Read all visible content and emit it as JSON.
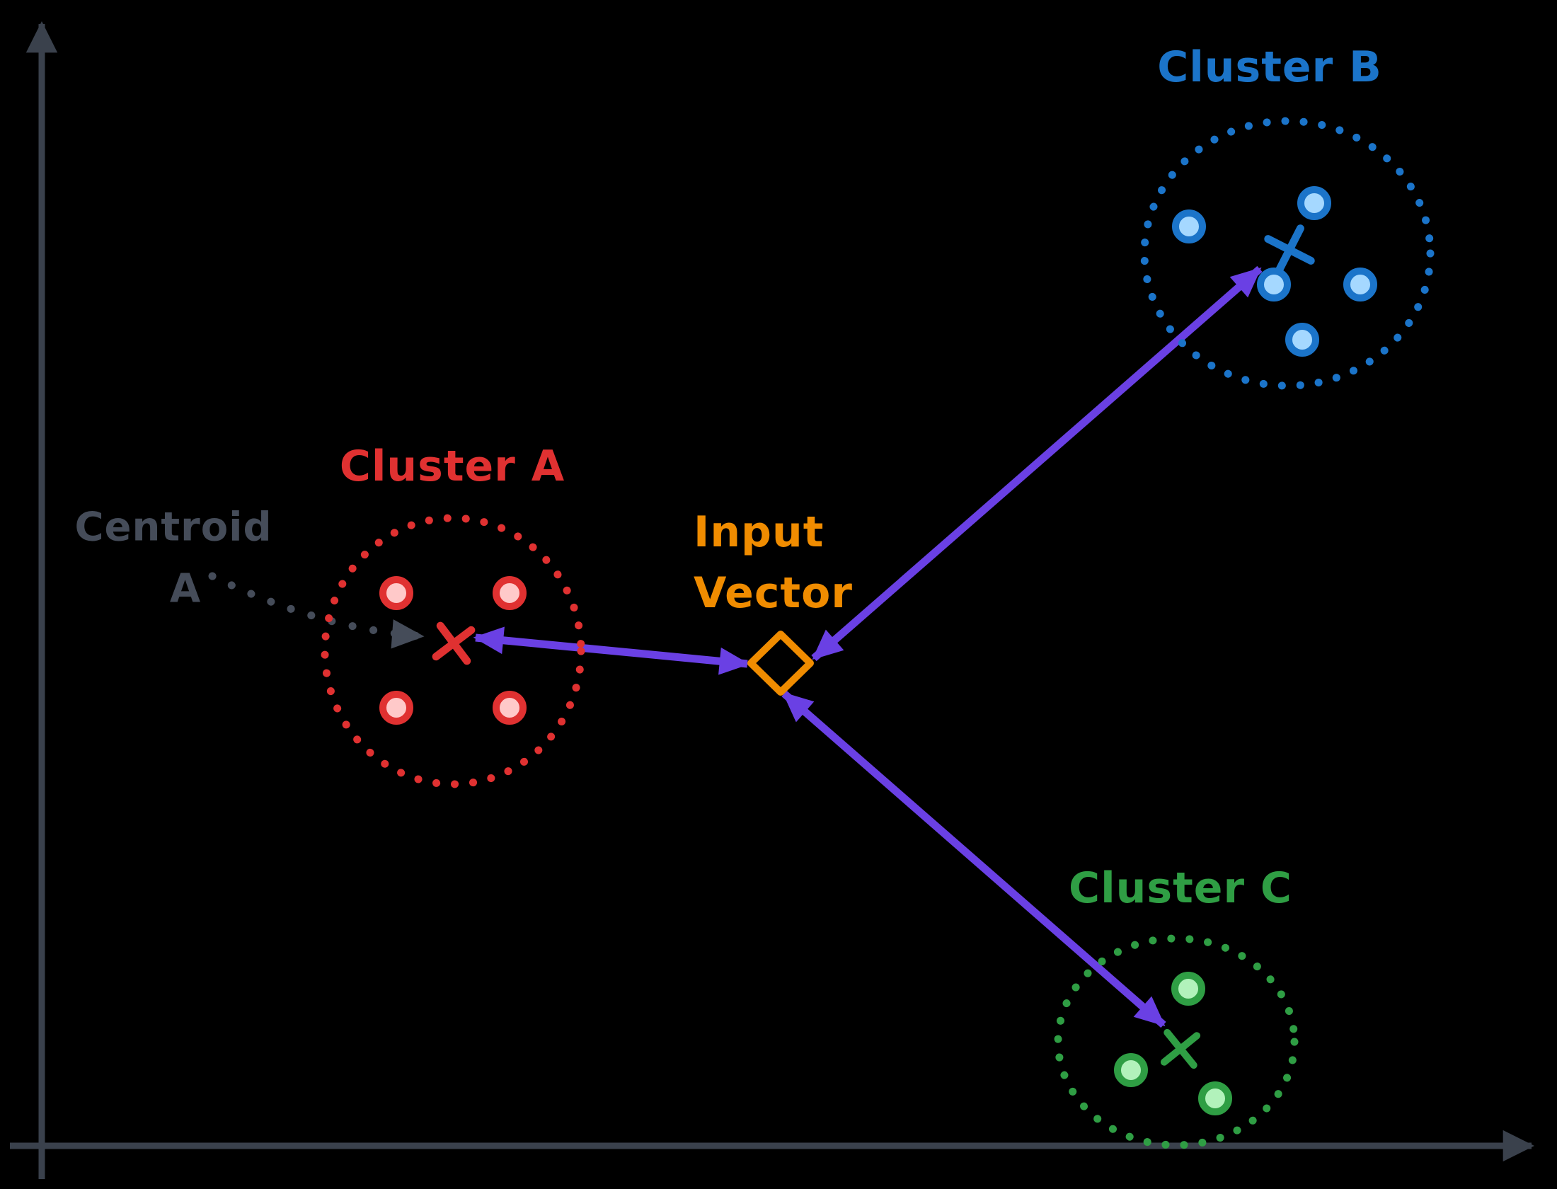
{
  "colors": {
    "background": "#000000",
    "axis": "#3a414c",
    "gray-label": "#454c59",
    "red": "#e03131",
    "red-fill": "#ffc9c9",
    "blue": "#1b74c9",
    "blue-fill": "#a5d8ff",
    "green": "#2f9e44",
    "green-fill": "#b2f2bb",
    "orange": "#f08c00",
    "purple": "#6a40e4"
  },
  "labels": {
    "cluster_a": "Cluster A",
    "cluster_b": "Cluster B",
    "cluster_c": "Cluster C",
    "centroid_a_line1": "Centroid",
    "centroid_a_line2": "A",
    "input_vector_line1": "Input",
    "input_vector_line2": "Vector"
  },
  "diagram": {
    "type": "vector-clustering-illustration",
    "clusters": [
      {
        "name": "Cluster A",
        "color": "#e03131",
        "point_count": 4,
        "centroid_marker": "x",
        "boundary": "dotted-circle"
      },
      {
        "name": "Cluster B",
        "color": "#1b74c9",
        "point_count": 5,
        "centroid_marker": "x",
        "boundary": "dotted-circle"
      },
      {
        "name": "Cluster C",
        "color": "#2f9e44",
        "point_count": 3,
        "centroid_marker": "x",
        "boundary": "dotted-circle"
      }
    ],
    "input_vector": {
      "label": "Input Vector",
      "marker": "diamond-outline",
      "color": "#f08c00"
    },
    "arrows": [
      {
        "from": "Input Vector",
        "to": "Cluster A centroid",
        "color": "#6a40e4",
        "double_headed": true
      },
      {
        "from": "Input Vector",
        "to": "Cluster B centroid",
        "color": "#6a40e4",
        "double_headed": true
      },
      {
        "from": "Input Vector",
        "to": "Cluster C centroid",
        "color": "#6a40e4",
        "double_headed": true
      }
    ],
    "annotation": {
      "label": "Centroid A",
      "points_to": "Cluster A centroid",
      "style": "gray-dotted-arrow"
    },
    "axes": {
      "style": "plain-xy-axes-with-arrowheads",
      "tick_labels": "none"
    }
  }
}
